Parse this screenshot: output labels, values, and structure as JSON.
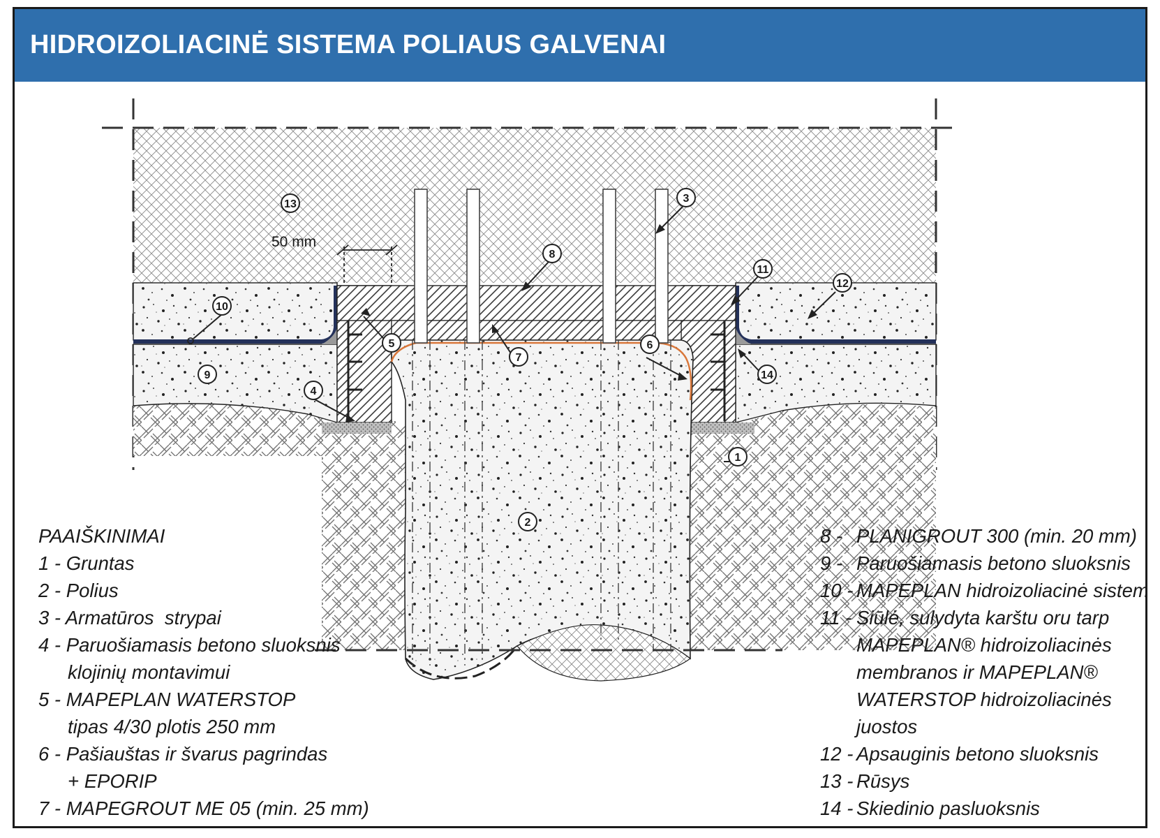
{
  "title": "HIDROIZOLIACINĖ SISTEMA POLIAUS GALVENAI",
  "dimension_label": "50 mm",
  "callouts": [
    "1",
    "2",
    "3",
    "4",
    "5",
    "6",
    "7",
    "8",
    "9",
    "10",
    "11",
    "12",
    "13",
    "14"
  ],
  "legend": {
    "heading": "PAAIŠKINIMAI",
    "left": [
      {
        "num": "1 -",
        "text": "Gruntas"
      },
      {
        "num": "2 -",
        "text": "Polius"
      },
      {
        "num": "3 -",
        "text": "Armatūros  strypai"
      },
      {
        "num": "4 -",
        "text": "Paruošiamasis betono sluoksnis",
        "cont": "klojinių montavimui"
      },
      {
        "num": "5 -",
        "text": "MAPEPLAN WATERSTOP",
        "cont": "tipas 4/30 plotis 250 mm"
      },
      {
        "num": "6 -",
        "text": "Pašiauštas ir švarus pagrindas",
        "cont": "+ EPORIP"
      },
      {
        "num": "7 -",
        "text": "MAPEGROUT ME 05 (min. 25 mm)"
      }
    ],
    "right": [
      {
        "num": "8 -",
        "text": "PLANIGROUT 300 (min. 20 mm)"
      },
      {
        "num": "9 -",
        "text": "Paruošiamasis betono sluoksnis"
      },
      {
        "num": "10 -",
        "text": "MAPEPLAN hidroizoliacinė sistema"
      },
      {
        "num": "11 -",
        "text": "Siūlė, sulydyta karštu oru tarp",
        "cont": [
          "MAPEPLAN® hidroizoliacinės",
          "membranos ir MAPEPLAN®",
          "WATERSTOP hidroizoliacinės",
          "juostos"
        ]
      },
      {
        "num": "12 -",
        "text": "Apsauginis betono sluoksnis"
      },
      {
        "num": "13 -",
        "text": "Rūsys"
      },
      {
        "num": "14 -",
        "text": "Skiedinio pasluoksnis"
      }
    ]
  },
  "colors": {
    "header": "#2f6fad",
    "membrane": "#24315a",
    "grout_line": "#d9773a"
  }
}
